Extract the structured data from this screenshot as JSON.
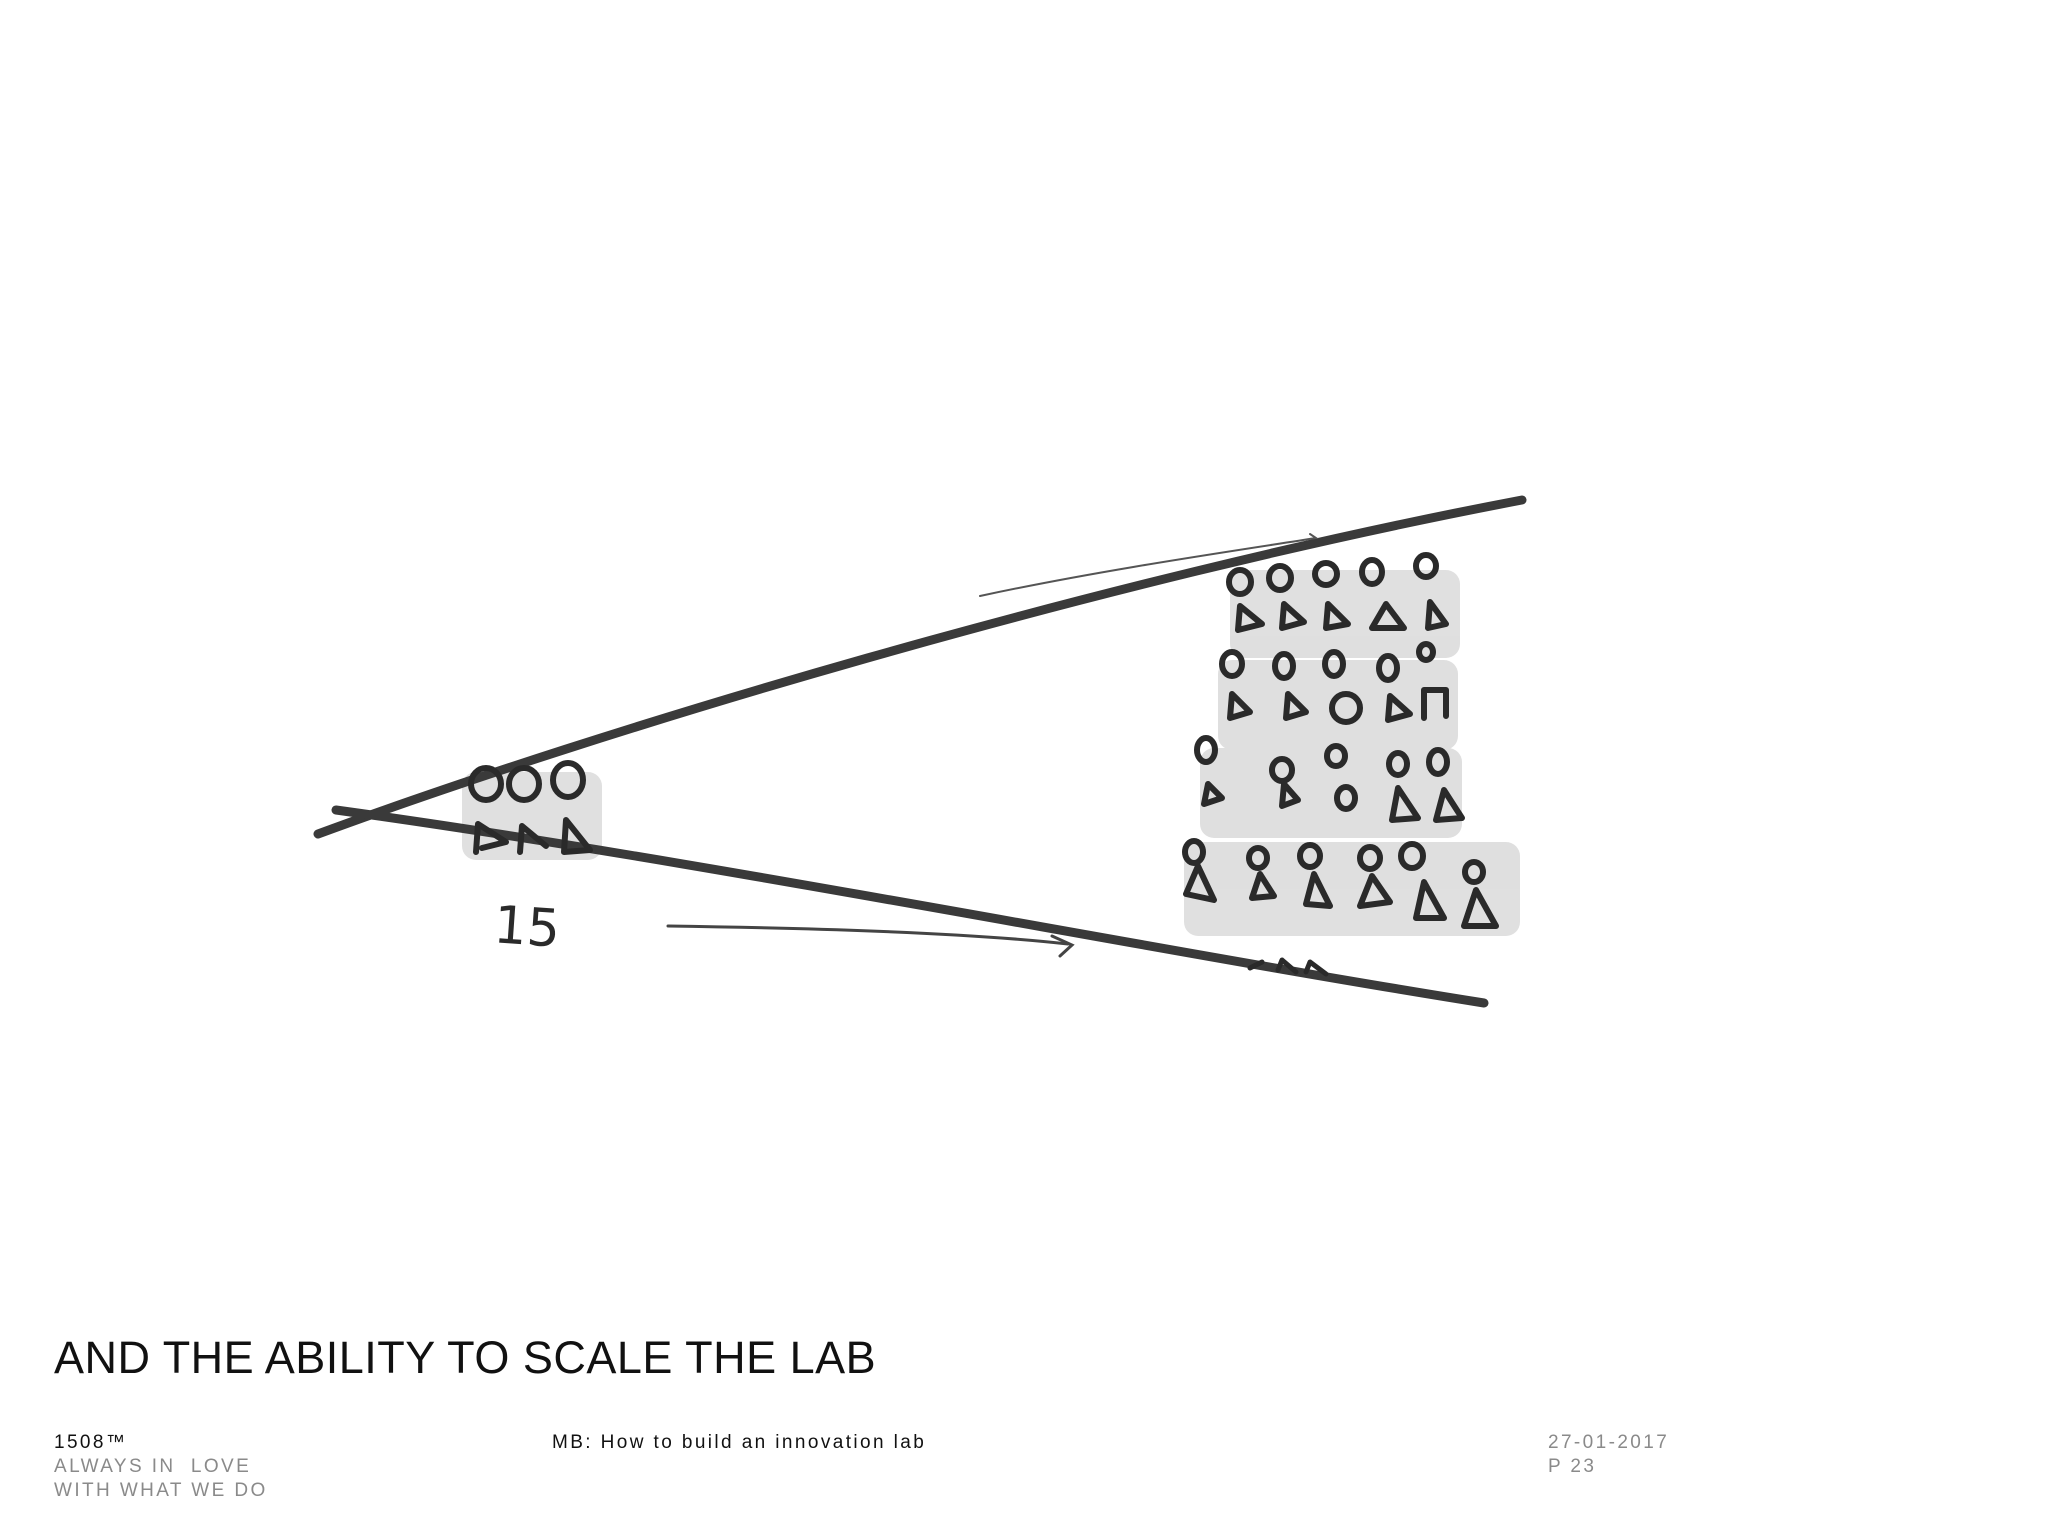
{
  "sketch": {
    "icon": "hand-drawn-scaling-funnel",
    "label": "15"
  },
  "title": "AND THE ABILITY TO SCALE THE LAB",
  "footer": {
    "brand": "1508™",
    "tagline_line1": "ALWAYS IN  LOVE",
    "tagline_line2": "WITH WHAT WE DO",
    "document": "MB: How to build an innovation lab",
    "date": "27-01-2017",
    "page": "P 23"
  }
}
